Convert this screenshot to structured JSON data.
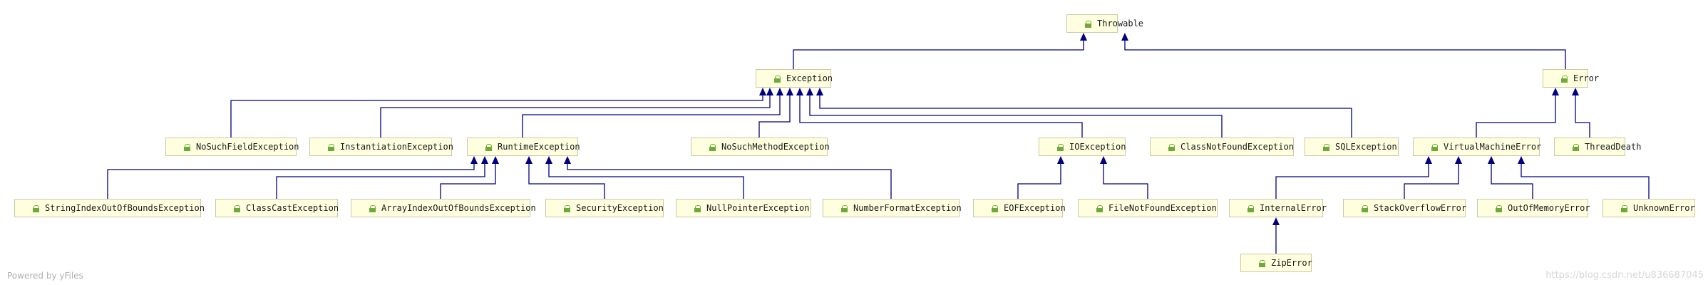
{
  "diagram": {
    "nodes": {
      "throwable": {
        "label": "Throwable",
        "kind": "abstract"
      },
      "exception": {
        "label": "Exception",
        "kind": "abstract"
      },
      "error": {
        "label": "Error",
        "kind": "abstract"
      },
      "nosuchfield": {
        "label": "NoSuchFieldException",
        "kind": "class"
      },
      "instantiation": {
        "label": "InstantiationException",
        "kind": "class"
      },
      "runtime": {
        "label": "RuntimeException",
        "kind": "abstract"
      },
      "nosuchmethod": {
        "label": "NoSuchMethodException",
        "kind": "class"
      },
      "ioexception": {
        "label": "IOException",
        "kind": "abstract"
      },
      "classnotfound": {
        "label": "ClassNotFoundException",
        "kind": "class"
      },
      "sql": {
        "label": "SQLException",
        "kind": "class"
      },
      "vmerror": {
        "label": "VirtualMachineError",
        "kind": "abstract"
      },
      "threaddeath": {
        "label": "ThreadDeath",
        "kind": "abstract"
      },
      "strindex": {
        "label": "StringIndexOutOfBoundsException",
        "kind": "class"
      },
      "classcast": {
        "label": "ClassCastException",
        "kind": "class"
      },
      "arrindex": {
        "label": "ArrayIndexOutOfBoundsException",
        "kind": "class"
      },
      "security": {
        "label": "SecurityException",
        "kind": "class"
      },
      "nullptr": {
        "label": "NullPointerException",
        "kind": "class"
      },
      "numformat": {
        "label": "NumberFormatException",
        "kind": "class"
      },
      "eof": {
        "label": "EOFException",
        "kind": "class"
      },
      "filenotfound": {
        "label": "FileNotFoundException",
        "kind": "class"
      },
      "internal": {
        "label": "InternalError",
        "kind": "abstract"
      },
      "stackoverflow": {
        "label": "StackOverflowError",
        "kind": "abstract"
      },
      "outofmemory": {
        "label": "OutOfMemoryError",
        "kind": "abstract"
      },
      "unknown": {
        "label": "UnknownError",
        "kind": "abstract"
      },
      "ziperror": {
        "label": "ZipError",
        "kind": "abstract"
      }
    },
    "edges": [
      [
        "exception",
        "throwable"
      ],
      [
        "error",
        "throwable"
      ],
      [
        "nosuchfield",
        "exception"
      ],
      [
        "instantiation",
        "exception"
      ],
      [
        "runtime",
        "exception"
      ],
      [
        "nosuchmethod",
        "exception"
      ],
      [
        "ioexception",
        "exception"
      ],
      [
        "classnotfound",
        "exception"
      ],
      [
        "sql",
        "exception"
      ],
      [
        "vmerror",
        "error"
      ],
      [
        "threaddeath",
        "error"
      ],
      [
        "strindex",
        "runtime"
      ],
      [
        "classcast",
        "runtime"
      ],
      [
        "arrindex",
        "runtime"
      ],
      [
        "security",
        "runtime"
      ],
      [
        "nullptr",
        "runtime"
      ],
      [
        "numformat",
        "runtime"
      ],
      [
        "eof",
        "ioexception"
      ],
      [
        "filenotfound",
        "ioexception"
      ],
      [
        "internal",
        "vmerror"
      ],
      [
        "stackoverflow",
        "vmerror"
      ],
      [
        "outofmemory",
        "vmerror"
      ],
      [
        "unknown",
        "vmerror"
      ],
      [
        "ziperror",
        "internal"
      ]
    ],
    "edge_color": "#000080",
    "node_fill": "#ffffe0"
  },
  "footer": {
    "powered_by": "Powered by yFiles",
    "watermark": "https://blog.csdn.net/u836687045"
  }
}
